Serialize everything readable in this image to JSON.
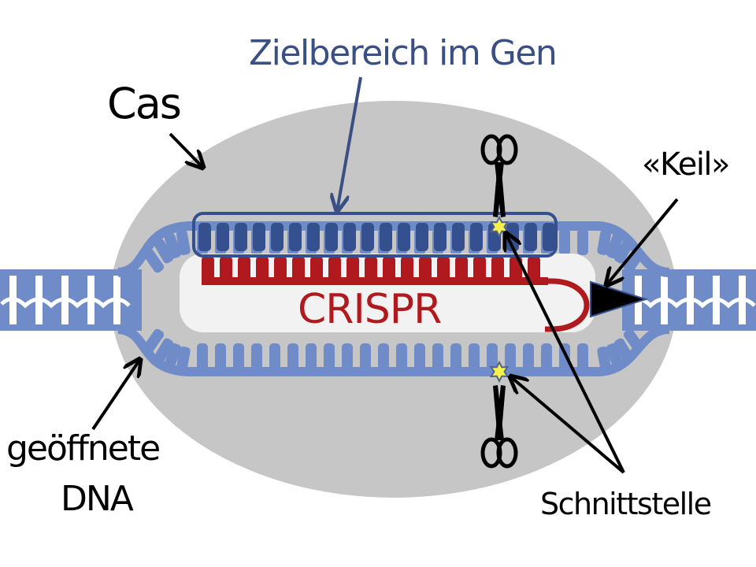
{
  "title": "CRISPR/Cas Schema",
  "labels": {
    "target_region": "Zielbereich im Gen",
    "cas": "Cas",
    "wedge": "«Keil»",
    "crispr": "CRISPR",
    "opened_dna_line1": "geöffnete",
    "opened_dna_line2": "DNA",
    "cut_site": "Schnittstelle"
  },
  "colors": {
    "cas_protein": "#c6c6c6",
    "dna": "#6f8bc8",
    "target_strand": "#34508f",
    "crispr_rna": "#b01a1f",
    "crispr_pocket": "#f2f2f2",
    "cut_star": "#f6f24a",
    "ink": "#000000"
  },
  "icons": {
    "cut_tool_top": "scissors-icon",
    "cut_tool_bottom": "scissors-icon",
    "cut_marker": "star-icon",
    "wedge": "triangle-wedge-icon"
  }
}
